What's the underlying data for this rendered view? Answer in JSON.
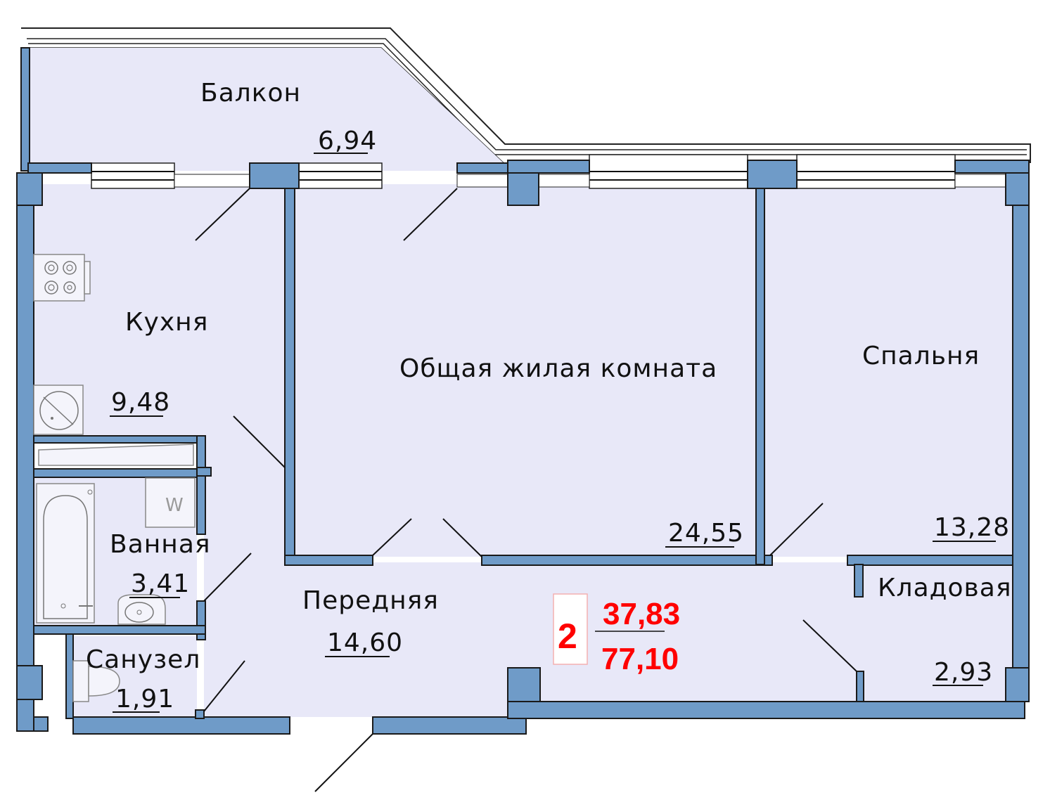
{
  "plan": {
    "rooms": {
      "balcony": {
        "name": "Балкон",
        "area": "6,94"
      },
      "kitchen": {
        "name": "Кухня",
        "area": "9,48"
      },
      "living": {
        "name": "Общая жилая комната",
        "area": "24,55"
      },
      "bedroom": {
        "name": "Спальня",
        "area": "13,28"
      },
      "bathroom": {
        "name": "Ванная",
        "area": "3,41"
      },
      "hall": {
        "name": "Передняя",
        "area": "14,60"
      },
      "toilet": {
        "name": "Санузел",
        "area": "1,91"
      },
      "storage": {
        "name": "Кладовая",
        "area": "2,93"
      }
    },
    "summary": {
      "rooms_count": "2",
      "living_area": "37,83",
      "total_area": "77,10"
    },
    "washer_label": "W",
    "colors": {
      "wall": "#6f9bc8",
      "floor": "#e8e8f8",
      "accent": "#ff0000"
    }
  }
}
